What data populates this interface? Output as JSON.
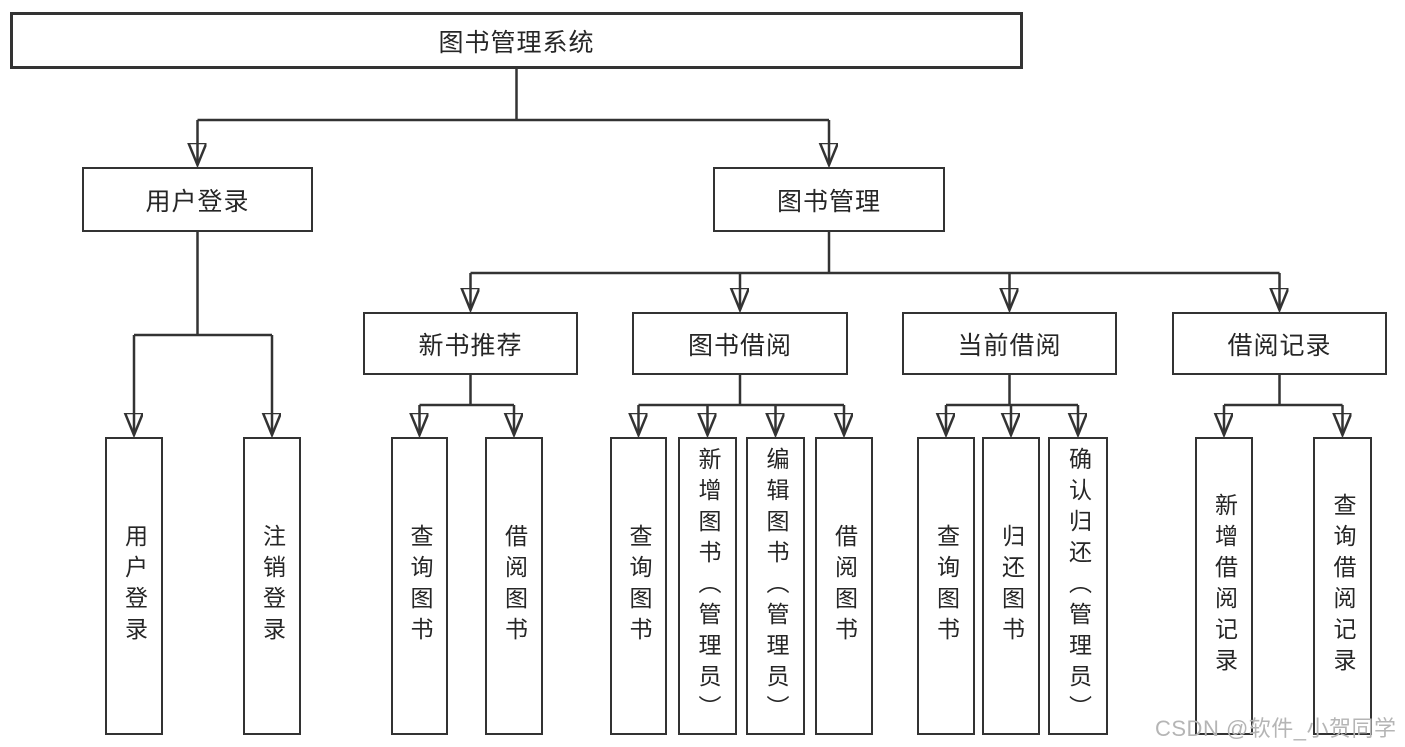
{
  "nodes": {
    "root": "图书管理系统",
    "user_login": "用户登录",
    "book_manage": "图书管理",
    "new_book_rec": "新书推荐",
    "book_borrow": "图书借阅",
    "current_borrow": "当前借阅",
    "borrow_record": "借阅记录",
    "leaf_user_login": "用户登录",
    "leaf_logout": "注销登录",
    "leaf_query_book_rec": "查询图书",
    "leaf_borrow_book_rec": "借阅图书",
    "leaf_query_book_borrow": "查询图书",
    "leaf_add_book_admin": "新增图书（管理员）",
    "leaf_edit_book_admin": "编辑图书（管理员）",
    "leaf_borrow_book_borrow": "借阅图书",
    "leaf_query_book_current": "查询图书",
    "leaf_return_book": "归还图书",
    "leaf_confirm_return_admin": "确认归还（管理员）",
    "leaf_add_borrow_record": "新增借阅记录",
    "leaf_query_borrow_record": "查询借阅记录"
  },
  "edges": [
    {
      "parent": "root",
      "children": [
        "user_login",
        "book_manage"
      ]
    },
    {
      "parent": "user_login",
      "children": [
        "leaf_user_login",
        "leaf_logout"
      ]
    },
    {
      "parent": "book_manage",
      "children": [
        "new_book_rec",
        "book_borrow",
        "current_borrow",
        "borrow_record"
      ]
    },
    {
      "parent": "new_book_rec",
      "children": [
        "leaf_query_book_rec",
        "leaf_borrow_book_rec"
      ]
    },
    {
      "parent": "book_borrow",
      "children": [
        "leaf_query_book_borrow",
        "leaf_add_book_admin",
        "leaf_edit_book_admin",
        "leaf_borrow_book_borrow"
      ]
    },
    {
      "parent": "current_borrow",
      "children": [
        "leaf_query_book_current",
        "leaf_return_book",
        "leaf_confirm_return_admin"
      ]
    },
    {
      "parent": "borrow_record",
      "children": [
        "leaf_add_borrow_record",
        "leaf_query_borrow_record"
      ]
    }
  ],
  "watermark": "CSDN @软件_小贺同学",
  "colors": {
    "line": "#333333",
    "text": "#262626",
    "watermark": "#b5b5b5",
    "background": "#ffffff"
  }
}
